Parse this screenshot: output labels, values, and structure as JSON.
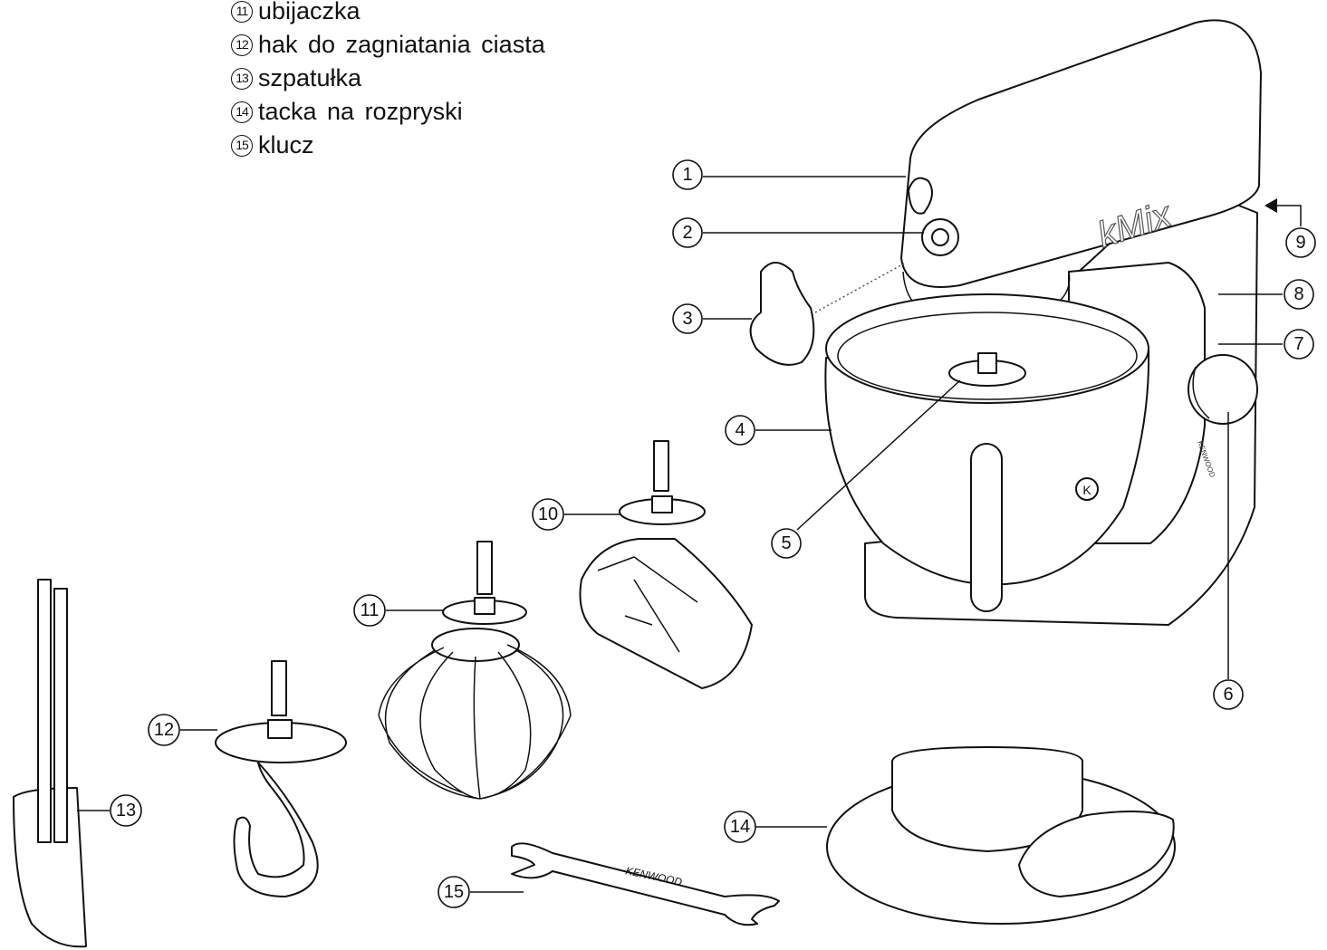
{
  "legend": [
    {
      "num": "11",
      "label": "ubijaczka"
    },
    {
      "num": "12",
      "label": "hak do zagniatania ciasta"
    },
    {
      "num": "13",
      "label": "szpatułka"
    },
    {
      "num": "14",
      "label": "tacka na rozpryski"
    },
    {
      "num": "15",
      "label": "klucz"
    }
  ],
  "callouts": [
    "1",
    "2",
    "3",
    "4",
    "5",
    "6",
    "7",
    "8",
    "9",
    "10",
    "11",
    "12",
    "13",
    "14",
    "15"
  ],
  "brand": {
    "model": "kMix",
    "maker": "KENWOOD",
    "bowl_logo": "K"
  }
}
